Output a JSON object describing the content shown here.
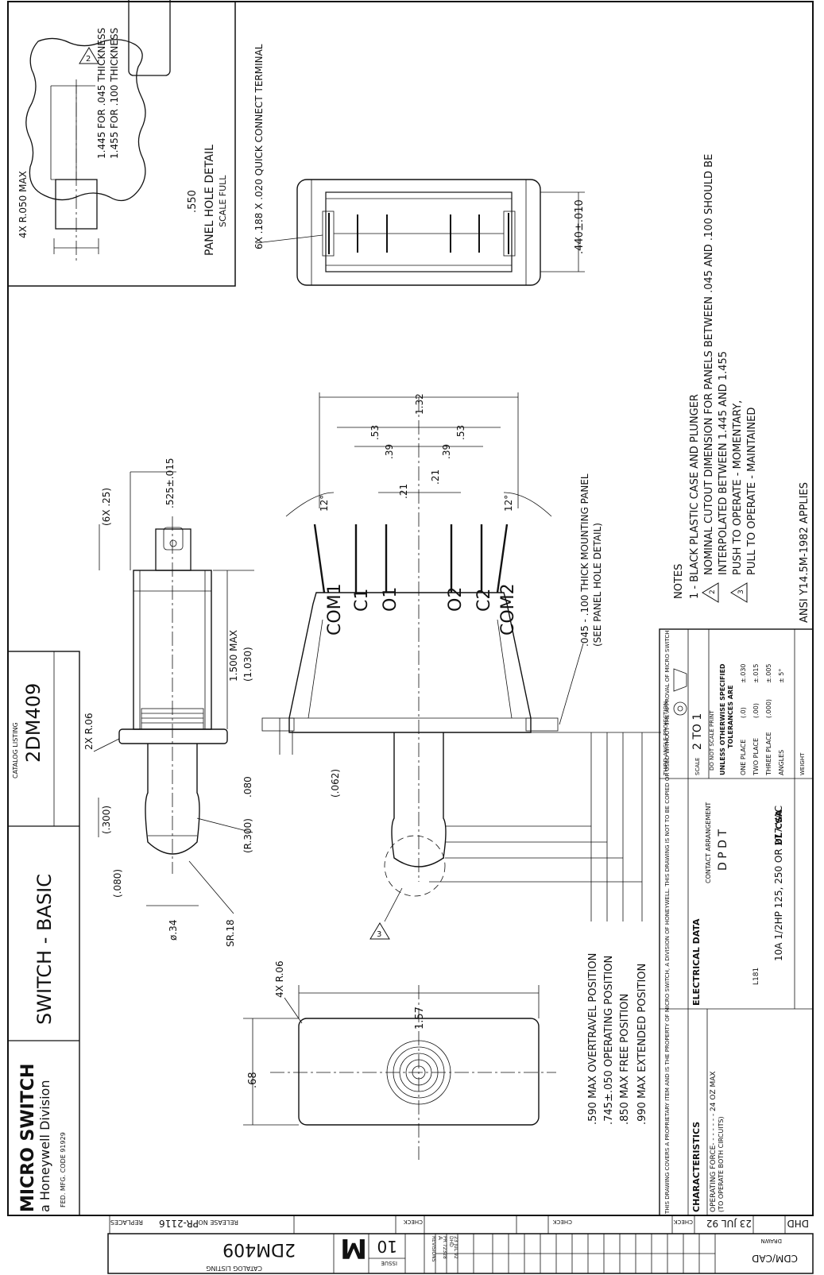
{
  "title_block": {
    "brand_name": "MICRO SWITCH",
    "brand_sub": "a Honeywell Division",
    "fed_code": "FED. MFG. CODE 91929",
    "title": "SWITCH - BASIC",
    "catalog_listing_label": "CATALOG LISTING",
    "catalog_listing": "2DM409",
    "proprietary_notice": "THIS DRAWING COVERS A PROPRIETARY ITEM AND IS THE PROPERTY OF MICRO SWITCH, A DIVISION OF HONEYWELL. THIS DRAWING IS NOT TO BE COPIED OR USED WITHOUT THE APPROVAL OF MICRO SWITCH",
    "characteristics_label": "CHARACTERISTICS",
    "operating_force_line1": "OPERATING FORCE- - - - - - - 24 OZ MAX",
    "operating_force_line2": "(TO OPERATE BOTH CIRCUITS)",
    "electrical_data_label": "ELECTRICAL DATA",
    "contact_arrangement_label": "CONTACT ARRANGEMENT",
    "contact_arrangement": "D P D T",
    "rating_code": "L181",
    "rating": "10A 1/2HP 125, 250 OR 277 VAC",
    "projection_label": "THIRD ANGLE PROJECTION",
    "scale_label": "SCALE",
    "scale": "2 TO 1",
    "do_not_scale": "DO NOT SCALE PRINT",
    "tolerance_title_1": "UNLESS OTHERWISE SPECIFIED",
    "tolerance_title_2": "TOLERANCES ARE",
    "tolerances": [
      {
        "label": "ONE PLACE",
        "example": "(.0)",
        "value": "±.030"
      },
      {
        "label": "TWO PLACE",
        "example": "(.00)",
        "value": "±.015"
      },
      {
        "label": "THREE PLACE",
        "example": "(.000)",
        "value": "±.005"
      },
      {
        "label": "ANGLES",
        "example": "",
        "value": "± 5°"
      }
    ],
    "weight_label": "WEIGHT",
    "cert_marks": "UL CSA"
  },
  "bottom_strip": {
    "replaces_label": "REPLACES",
    "release_label": "RELEASE NO.",
    "release_no": "PR-2116",
    "check_label": "CHECK",
    "drawn_label": "DRAWN",
    "drawn_by": "DHD",
    "date": "23 JUL 92",
    "cad_label": "CDM/CAD",
    "catalog_listing_label": "CATALOG LISTING",
    "catalog_listing": "2DM409",
    "issue_label": "ISSUE",
    "issue": "10",
    "size_letter": "M",
    "revisions_label": "REVISIONS",
    "rev_letter": "A",
    "rev_ecn": "PR 72328",
    "rev_initials": "DHD",
    "rev_date": "23 JUL 92"
  },
  "panel_hole_detail": {
    "title": "PANEL HOLE DETAIL",
    "scale": "SCALE FULL",
    "corner_radius": "4X R.050 MAX",
    "width": ".550",
    "length_1": "1.445 FOR .045 THICKNESS",
    "length_2": "1.455 FOR .100 THICKNESS",
    "note_ref": "2"
  },
  "top_view": {
    "terminal_note": "6X .188 X .020 QUICK CONNECT TERMINAL",
    "width": ".440±.010"
  },
  "side_view": {
    "terminal_spacing": "(6X .25)",
    "terminal_offset": ".525±.015",
    "flange_radius": "2X R.06",
    "body_length_max": "1.500 MAX",
    "body_length_ref": "(1.030)",
    "flange_thickness": ".080",
    "plunger_radius_ref": "(R.300)",
    "plunger_len_ref": "(.300)",
    "plunger_tip_ref": "(.080)",
    "plunger_dia": "ø.34",
    "sphere_radius": "SR.18"
  },
  "front_view": {
    "terminal_labels": [
      "COM1",
      "C1",
      "O1",
      "O2",
      "C2",
      "COM2"
    ],
    "width_overall": "1.32",
    "pitch_outer": ".53",
    "pitch_mid": ".39",
    "pitch_inner": ".21",
    "terminal_angle": "12°",
    "panel_note_1": ".045 - .100 THICK MOUNTING PANEL",
    "panel_note_2": "(SEE PANEL HOLE DETAIL)",
    "panel_offset": "(.062)",
    "note_ref": "3"
  },
  "positions": [
    ".590 MAX OVERTRAVEL POSITION",
    ".745±.050 OPERATING POSITION",
    ".850 MAX FREE POSITION",
    ".990 MAX EXTENDED POSITION"
  ],
  "end_view": {
    "corner_radius": "4X R.06",
    "length": "1.57",
    "height": ".68"
  },
  "notes": {
    "heading": "NOTES",
    "items": [
      "1 - BLACK PLASTIC CASE AND PLUNGER",
      "NOMINAL CUTOUT DIMENSION FOR PANELS BETWEEN .045 AND .100 SHOULD BE",
      "INTERPOLATED BETWEEN 1.445 AND 1.455",
      "PUSH TO OPERATE - MOMENTARY,",
      "PULL TO OPERATE - MAINTAINED"
    ],
    "note2_marker": "2",
    "note3_marker": "3",
    "standard": "ANSI Y14.5M-1982 APPLIES"
  }
}
